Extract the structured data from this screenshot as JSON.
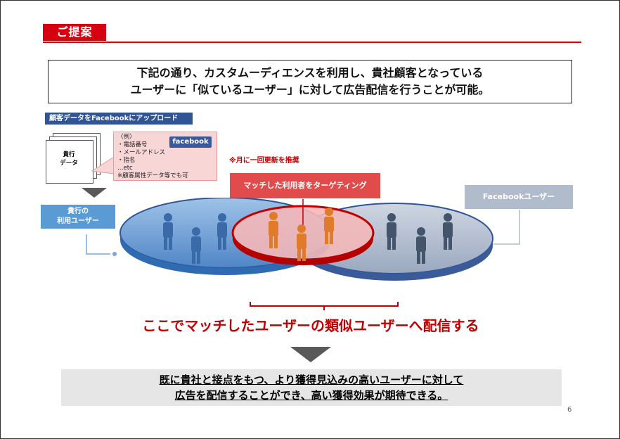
{
  "header": {
    "tag": "ご提案"
  },
  "intro": {
    "line1": "下記の通り、カスタムーディエンスを利用し、貴社顧客となっている",
    "line2": "ユーザーに「似ているユーザー」に対して広告配信を行うことが可能。"
  },
  "upload": {
    "label": "顧客データをFacebookにアップロード",
    "document_line1": "貴行",
    "document_line2": "データ",
    "badge": "facebook",
    "examples": [
      "〈例〉",
      "・電話番号",
      "・メールアドレス",
      "・指名",
      "…etc",
      "※顧客属性データ等でも可"
    ]
  },
  "note": "※月に一回更新を推奨",
  "match_label": "マッチした利用者をターゲティング",
  "own_users": {
    "line1": "貴行の",
    "line2": "利用ユーザー"
  },
  "fb_users": "Facebookユーザー",
  "headline": "ここでマッチしたユーザーの類似ユーザーへ配信する",
  "conclusion": {
    "line1": "既に貴社と接点をもつ、より獲得見込みの高いユーザーに対して",
    "line2": "広告を配信することができ、高い獲得効果が期待できる。"
  },
  "page_number": "6",
  "colors": {
    "accent_red": "#d7000f",
    "blue": "#5b9bd5",
    "gray_blue": "#b0bccc",
    "navy": "#2f5597"
  }
}
